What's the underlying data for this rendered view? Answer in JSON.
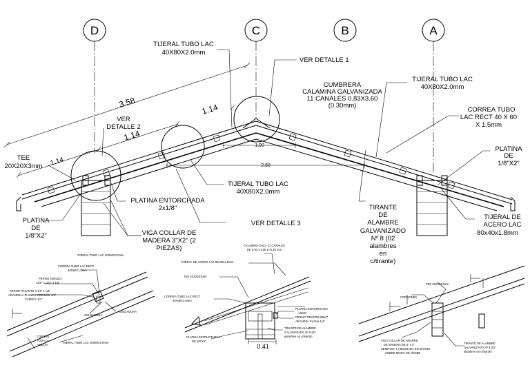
{
  "axes": [
    "D",
    "C",
    "B",
    "A"
  ],
  "main_labels": {
    "tijeral_top_1": "TIJERAL TUBO LAC",
    "tijeral_top_2": "40X80X2.0mm",
    "ver_detalle_1": "VER DETALLE 1",
    "cumbrera_1": "CUMBRERA",
    "cumbrera_2": "CALAMINA GALVANIZADA",
    "cumbrera_3": "11 CANALES 0.83X3.60",
    "cumbrera_4": "(0.30mm)",
    "tijeral_right_1": "TIJERAL TUBO LAC",
    "tijeral_right_2": "40X80X2.0mm",
    "correa_1": "CORREA TUBO",
    "correa_2": "LAC RECT 40 X 60",
    "correa_3": "X 1.5mm",
    "platina_right_1": "PLATINA",
    "platina_right_2": "DE",
    "platina_right_3": "1/8\"X2\"",
    "ver_detalle_2_1": "VER",
    "ver_detalle_2_2": "DETALLE 2",
    "tee_1": "TEE",
    "tee_2": "20X20X3mm",
    "tijeral_mid_1": "TIJERAL TUBO LAC",
    "tijeral_mid_2": "40X80X2.0mm",
    "platina_entorchada_1": "PLATINA ENTORCHADA",
    "platina_entorchada_2": "2x1/8\"",
    "platina_left_1": "PLATINA",
    "platina_left_2": "DE",
    "platina_left_3": "1/8\"X2\"",
    "viga_1": "VIGA COLLAR DE",
    "viga_2": "MADERA 3\"X2\" (2",
    "viga_3": "PIEZAS)",
    "ver_detalle_3": "VER DETALLE 3",
    "tirante_1": "TIRANTE",
    "tirante_2": "DE",
    "tirante_3": "ALAMBRE",
    "tirante_4": "GALVANIZADO",
    "tirante_5": "Nº 8 (02",
    "tirante_6": "alambres",
    "tirante_7": "en",
    "tirante_8": "c/tirante)",
    "tijeral_acero_1": "TIJERAL DE",
    "tijeral_acero_2": "ACERO LAC",
    "tijeral_acero_3": "80x40x1.8mm"
  },
  "dimensions": {
    "d_358": "3.58",
    "d_114_a": "1.14",
    "d_114_b": "1.14",
    "d_114_c": "1.14",
    "d_100": "1.00",
    "d_280": "2.80",
    "d_041": "0.41"
  },
  "detail_labels": {
    "d1_a": "TIJERAL TUBO LAC 40X80X2.0mm",
    "d1_b": "CORREA TUBO LAC RECT",
    "d1_c": "40X60X1.5mm",
    "d1_d": "PERNO ANGULO",
    "d1_e": "11/2\" x 11/2\" x 1/8",
    "d1_f": "PERNO PASANTE 3 1/2\" x 1/4\"",
    "d1_g": "ARANDELA PLANA Y PRESION 1/4\"",
    "d1_h": "TUERCA 1/4\"",
    "d1_i": "SOLDADURA",
    "d1_j": "SOLDADURA",
    "d1_k": "CORDON",
    "d1_l": "TODA LA",
    "d1_m": "VUELTA",
    "d1_n": "TIJERAL TUBO LAC 40X80X2.0mm",
    "d2_a": "CALAMINA GALV. 11 CANALES",
    "d2_b": "DE 0.83 x 3.60 e=0.30 mm",
    "d2_c": "TIJERAL DE ACERO LAC 80x40x1.8mm",
    "d2_d": "TEE 20X20X3mm",
    "d2_e": "CORREA TUBO LAC RECT",
    "d2_f": "40X60X1.5mm",
    "d2_g": "PLATINA ENTORCHADA",
    "d2_h": "1/8X2\"",
    "d2_i": "PERNO TIRAFON 3/8x2\"",
    "d2_j": "ARANDEL PLANA 1/4\"",
    "d2_k": "TIRANTE DE ALAMBRE",
    "d2_l": "GALVANIZADO Nº 8 (02",
    "d2_m": "alambres en c/tirante)",
    "d2_n": "PLATINA ESTRUCTURAL",
    "d2_o": "DE 1/8\"X1\"",
    "d3_a": "TEE 20X20X3mm",
    "d3_b": "CORDONES",
    "d3_c": "VIGA COLLAR DE AMARRE",
    "d3_d": "DE MADERA DE 3\" x 2\"",
    "d3_e": "SEMPADA Y ASEGRADA EN MARRO",
    "d3_f": "SOBRE MURO DE ADOBE",
    "d3_g": "TIRANTE DE ALAMBRE",
    "d3_h": "GALVANIZADO Nº 8 (02",
    "d3_i": "alambres en c/tirante)"
  }
}
